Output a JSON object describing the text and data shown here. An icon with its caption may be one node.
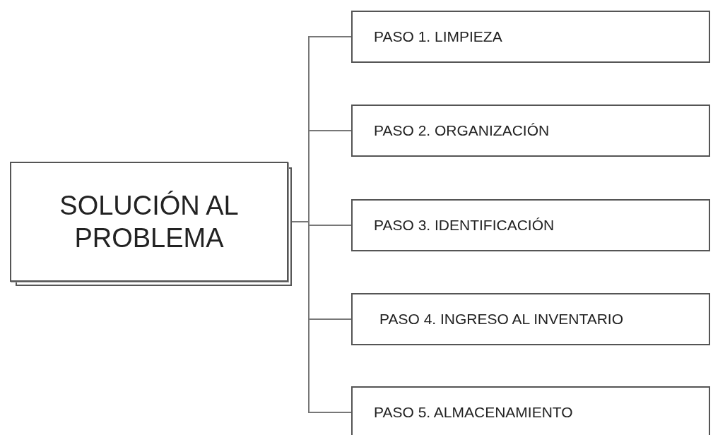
{
  "diagram": {
    "nodes": [
      {
        "text": [
          "SOLUCIÓN AL PROBLEMA"
        ]
      },
      {
        "text": [
          "PASO 1. LIMPIEZA"
        ]
      },
      {
        "text": [
          "PASO 2. ORGANIZACIÓN"
        ]
      },
      {
        "text": [
          "PASO 3. IDENTIFICACIÓN"
        ]
      },
      {
        "text": [
          "PASO 4. INGRESO AL INVENTARIO"
        ]
      },
      {
        "text": [
          "PASO 5. ALMACENAMIENTO"
        ]
      }
    ],
    "edges": [
      {
        "from": 0,
        "to": 1,
        "arrow": "none"
      },
      {
        "from": 0,
        "to": 2,
        "arrow": "none"
      },
      {
        "from": 0,
        "to": 3,
        "arrow": "none"
      },
      {
        "from": 0,
        "to": 4,
        "arrow": "none"
      },
      {
        "from": 0,
        "to": 5,
        "arrow": "none"
      }
    ]
  }
}
